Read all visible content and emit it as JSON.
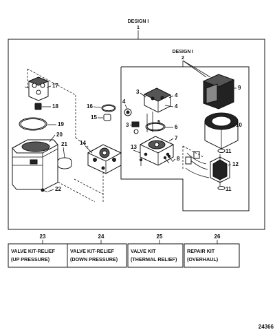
{
  "design_top": "DESIGN I",
  "design_top_num": "1",
  "design_inner": "DESIGN I",
  "design_inner_num": "2",
  "callouts": {
    "n3a": "3",
    "n3b": "3",
    "n4a": "4",
    "n4b": "4",
    "n4c": "4",
    "n5": "5",
    "n6": "6",
    "n7": "7",
    "n8": "8",
    "n9": "9",
    "n10": "10",
    "n11a": "11",
    "n11b": "11",
    "n12": "12",
    "n13": "13",
    "n14": "14",
    "n15": "15",
    "n16": "16",
    "n17": "17",
    "n18": "18",
    "n19": "19",
    "n20": "20",
    "n21": "21",
    "n22": "22"
  },
  "kits": [
    {
      "num": "23",
      "line1": "VALVE KIT-RELIEF",
      "line2": "(UP PRESSURE)"
    },
    {
      "num": "24",
      "line1": "VALVE KIT-RELIEF",
      "line2": "(DOWN PRESSURE)"
    },
    {
      "num": "25",
      "line1": "VALVE KIT",
      "line2": "(THERMAL RELIEF)"
    },
    {
      "num": "26",
      "line1": "REPAIR KIT",
      "line2": "(OVERHAUL)"
    }
  ],
  "ref_code": "24366"
}
